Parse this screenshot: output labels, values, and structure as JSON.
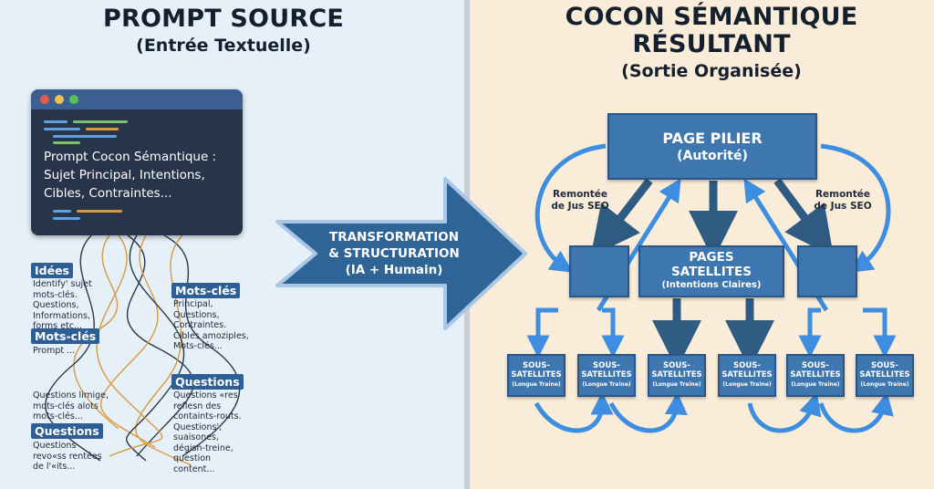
{
  "left": {
    "title": "PROMPT SOURCE",
    "subtitle": "(Entrée Textuelle)",
    "window": {
      "prompt_lines": [
        "Prompt Cocon Sémantique :",
        "Sujet Principal, Intentions,",
        "Cibles, Contraintes..."
      ]
    },
    "badges": {
      "idees": "Idées",
      "motscles_left": "Mots-clés",
      "questions_left": "Questions",
      "motscles_right": "Mots-clés",
      "questions_right": "Questions"
    },
    "notes": {
      "idees_text": "Identify' sujet\nmots-clés.\nQuestions,\nInformations,\nforms etc...",
      "motscles_left_text": "Prompt ...",
      "mid_left_text": "Questions lirnige,\nmots-clés alots\nmots-clés...",
      "questions_left_text": "Questions\nrevo«ss rentées\nde l'«its...",
      "motscles_right_text": "Principal,\nQuestions,\nContraintes.\nCibles amoziples,\nMots-clés...",
      "questions_right_text": "Questions «res\nreflesn des\ncontaints-routs.\nQuestions',\nsuaisones,\ndégisn-treine,\nquestion\ncontent..."
    }
  },
  "arrow": {
    "line1": "TRANSFORMATION",
    "line2": "& STRUCTURATION",
    "line3": "(IA + Humain)"
  },
  "right": {
    "title_line1": "COCON SÉMANTIQUE",
    "title_line2": "RÉSULTANT",
    "subtitle": "(Sortie Organisée)",
    "pilier": {
      "label": "PAGE PILIER",
      "sub": "(Autorité)"
    },
    "satellites": {
      "label_line1": "PAGES",
      "label_line2": "SATELLITES",
      "sub": "(Intentions Claires)"
    },
    "jus_left": [
      "Remontée",
      "de Jus SEO"
    ],
    "jus_right": [
      "Remontée",
      "de Jus SEO"
    ],
    "sub_satellites": [
      {
        "l1": "SOUS-",
        "l2": "SATELLITES",
        "l3": "(Longue Traine)"
      },
      {
        "l1": "SOUS-",
        "l2": "SATELLITES",
        "l3": "(Longue Traine)"
      },
      {
        "l1": "SOUS-",
        "l2": "SATELLITES",
        "l3": "(Longue Traine)"
      },
      {
        "l1": "SOUS-",
        "l2": "SATELLITES",
        "l3": "(Longue Traine)"
      },
      {
        "l1": "SOUS-",
        "l2": "SATELLITES",
        "l3": "(Longue Traine)"
      },
      {
        "l1": "SOUS-",
        "l2": "SATELLITES",
        "l3": "(Longue Traine)"
      }
    ]
  },
  "colors": {
    "left_bg": "#e6f0f8",
    "right_bg": "#f9ecd8",
    "box_blue": "#3e76b0",
    "arrow_blue": "#2f6496",
    "badge_blue": "#2e5f94",
    "dark_arrow": "#2f5b82",
    "light_arrow": "#3d8ee0",
    "orange_line": "#d99a3c",
    "dark_line": "#2b3948"
  }
}
